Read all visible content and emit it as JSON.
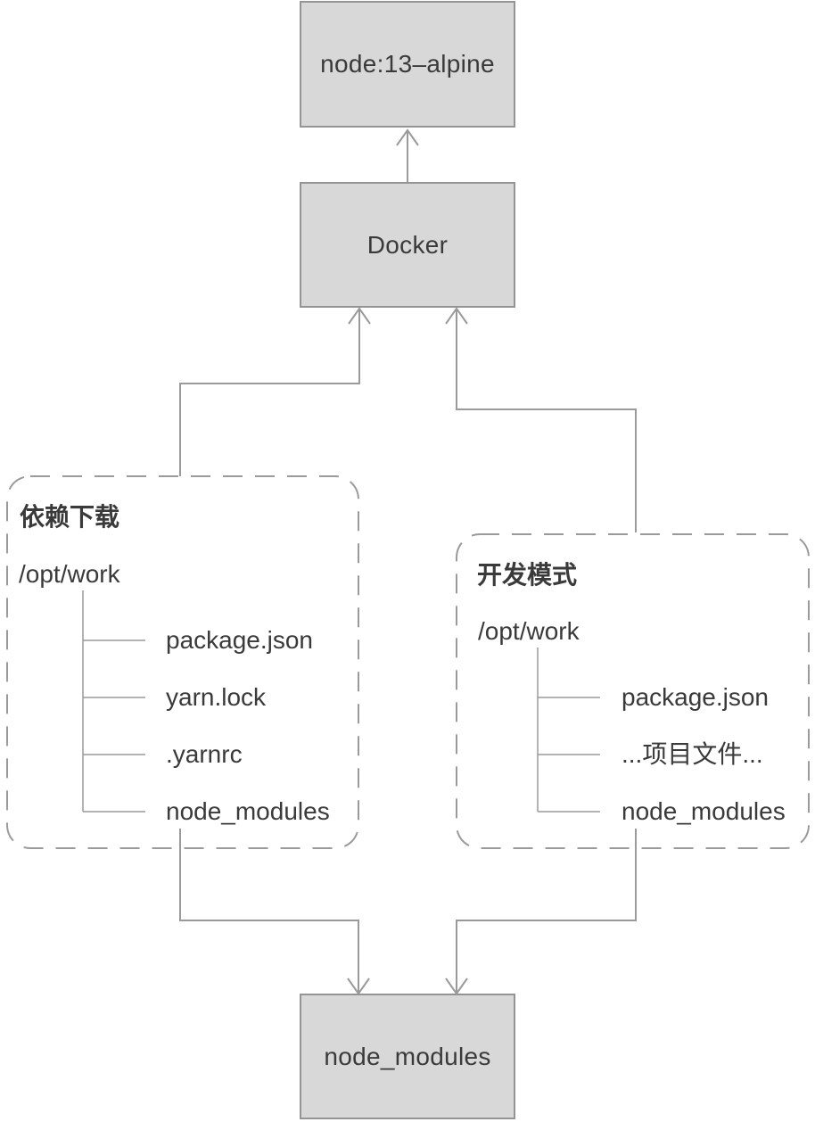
{
  "nodes": {
    "base_image_label": "node:13–alpine",
    "docker_label": "Docker",
    "shared_volume_label": "node_modules"
  },
  "panels": {
    "left": {
      "title": "依赖下载",
      "root": "/opt/work",
      "files": [
        "package.json",
        "yarn.lock",
        ".yarnrc",
        "node_modules"
      ]
    },
    "right": {
      "title": "开发模式",
      "root": "/opt/work",
      "files": [
        "package.json",
        "...项目文件...",
        "node_modules"
      ]
    }
  },
  "colors": {
    "box_fill": "#d8d8d8",
    "box_border": "#949494",
    "line": "#9a9a9a",
    "text": "#3a3a3a",
    "background": "#ffffff"
  }
}
